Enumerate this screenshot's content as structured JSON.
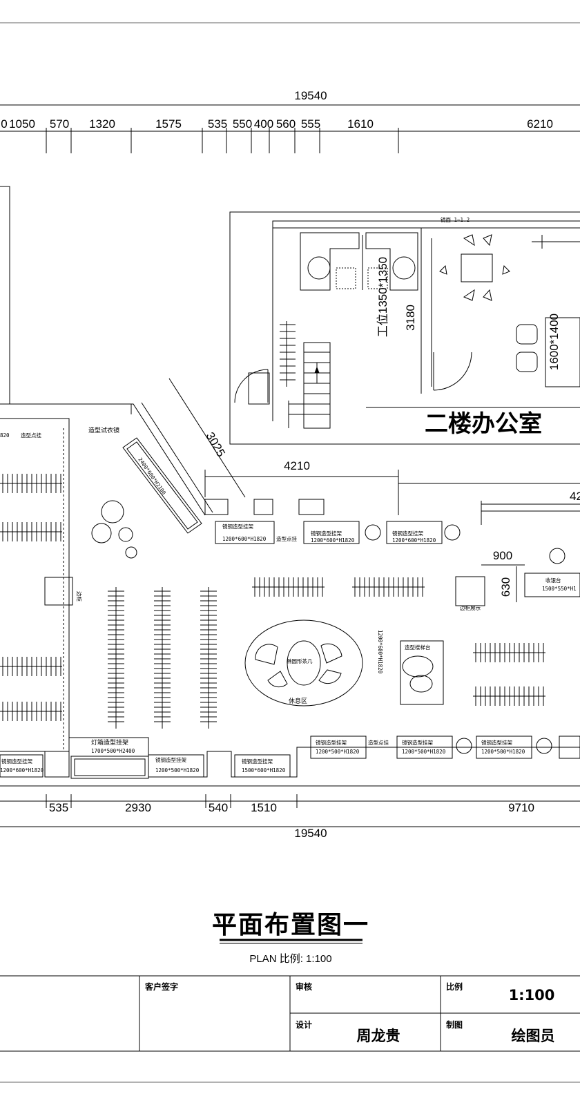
{
  "dimensions": {
    "overall_top": "19540",
    "overall_bottom": "19540",
    "top_segments": [
      "0",
      "1050",
      "570",
      "1320",
      "1575",
      "535",
      "550",
      "400",
      "560",
      "555",
      "1610",
      "6210"
    ],
    "bottom_segments": [
      "535",
      "2930",
      "540",
      "1510",
      "9710"
    ],
    "diag_3025": "3025",
    "span_4210": "4210",
    "span_42": "42",
    "d_900": "900",
    "d_630": "630",
    "d_3180": "3180"
  },
  "rooms": {
    "office_label": "二楼办公室",
    "workstation": "工位1350*1350",
    "desk_1600": "1600*1400",
    "rest_area": "休息区",
    "oval_table": "椭圆形茶几"
  },
  "fixtures": {
    "mirror": "造型试衣镜",
    "mirror_dim": "2400*600*H2100",
    "rack_label": "镜钢造型挂架",
    "rack_dim_1820": "1200*600*H1820",
    "rack_dim_1820b": "1200*500*H1820",
    "point_hanger": "造型点挂",
    "cashier": "收银台",
    "cashier_dim": "1500*550*H1",
    "model_stand": "造型楼梯台",
    "light_box_rack": "灯箱造型挂架",
    "light_box_dim": "1700*500*H2400",
    "rack_1500": "1500*600*H1820",
    "vertical_note": "1200*600*H1820",
    "top_small": "镜面 1~1.2",
    "left_small_1": "造型点挂",
    "left_small_2": "820",
    "cube_note": "边柜",
    "cube_note2": "边柜展示"
  },
  "titles": {
    "main": "平面布置图一",
    "sub": "PLAN 比例: 1:100"
  },
  "title_block": {
    "client_sign": "客户签字",
    "review": "审核",
    "design": "设计",
    "designer": "周龙贵",
    "scale_label": "比例",
    "scale_value": "1:100",
    "drawing_label": "制图",
    "drafter": "绘图员"
  }
}
